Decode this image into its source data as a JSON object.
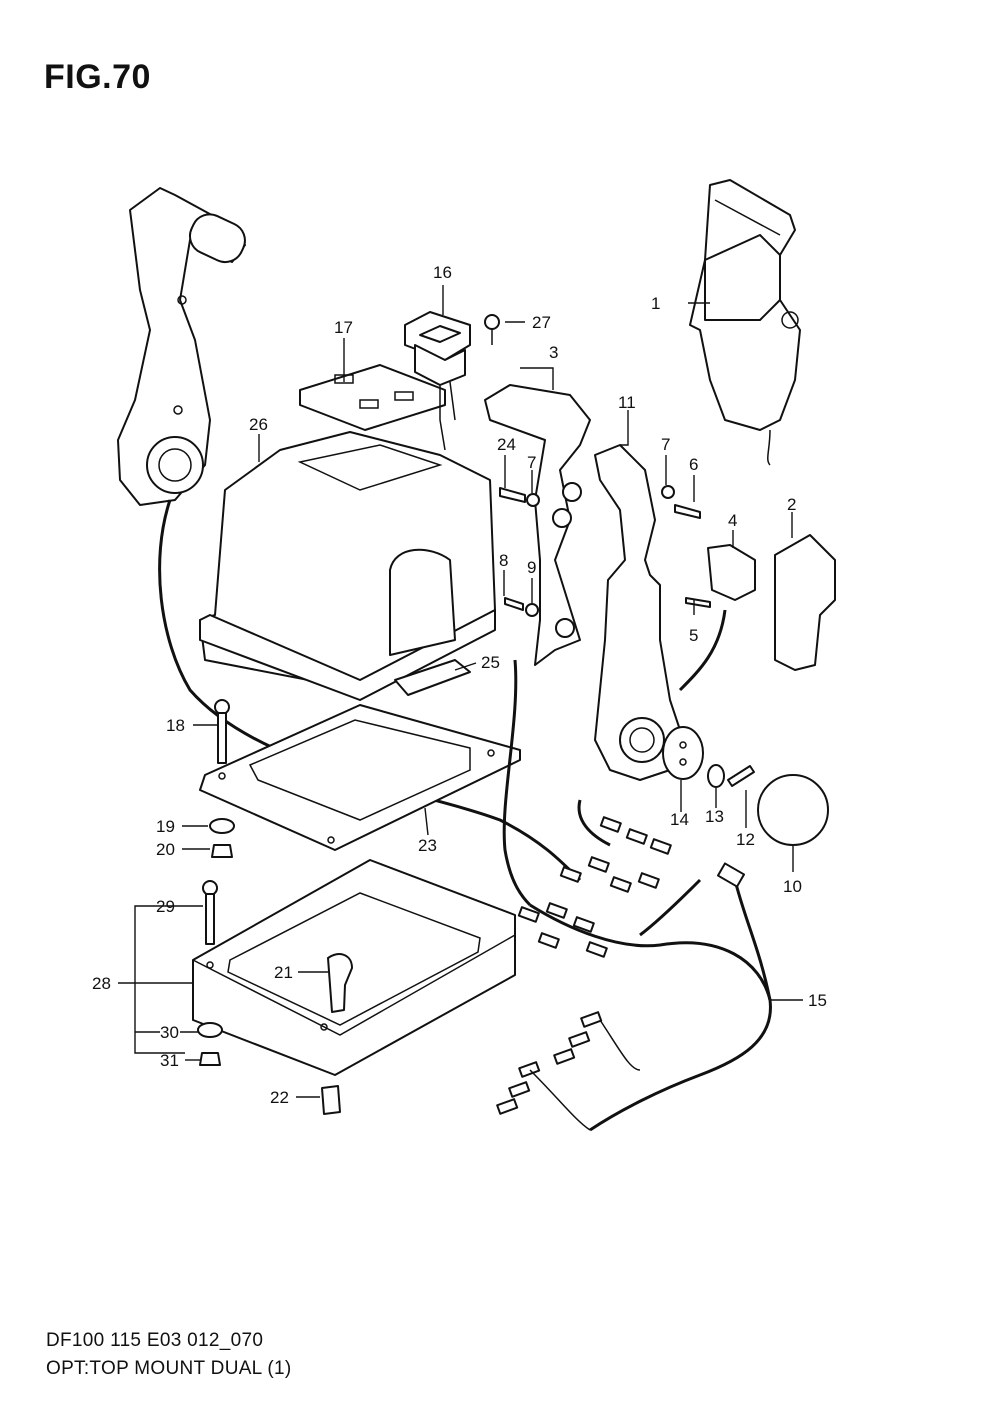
{
  "figure": {
    "title": "FIG.70",
    "footer_line1": "DF100 115 E03 012_070",
    "footer_line2": "OPT:TOP MOUNT DUAL (1)"
  },
  "callouts": [
    "1",
    "2",
    "3",
    "4",
    "5",
    "6",
    "7",
    "7",
    "8",
    "9",
    "10",
    "11",
    "12",
    "13",
    "14",
    "15",
    "16",
    "17",
    "18",
    "19",
    "20",
    "21",
    "22",
    "23",
    "24",
    "25",
    "26",
    "27",
    "28",
    "29",
    "30",
    "31"
  ],
  "icons": {
    "control_handle": "lever-handle-icon",
    "control_box": "remote-control-box-icon",
    "switch": "rocker-switch-icon",
    "harness": "wiring-harness-icon"
  }
}
